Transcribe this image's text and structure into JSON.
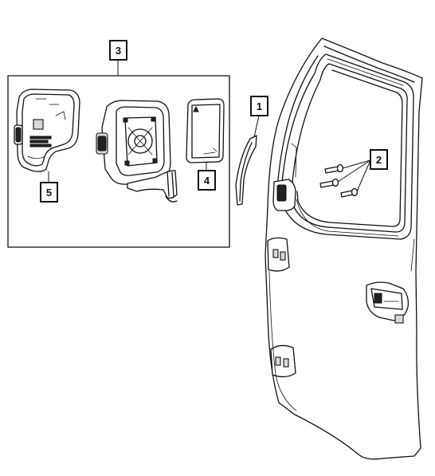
{
  "callouts": {
    "c1": "1",
    "c2": "2",
    "c3": "3",
    "c4": "4",
    "c5": "5"
  },
  "colors": {
    "stroke": "#111111",
    "background": "#ffffff",
    "shade": "#d9d9d9"
  }
}
